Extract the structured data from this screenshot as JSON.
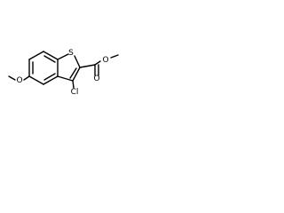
{
  "molecule": {
    "atoms": {
      "sulfur": "S",
      "chlorine": "Cl",
      "ring_methoxy_oxygen": "O",
      "carbonyl_oxygen": "O",
      "ester_oxygen": "O"
    }
  }
}
